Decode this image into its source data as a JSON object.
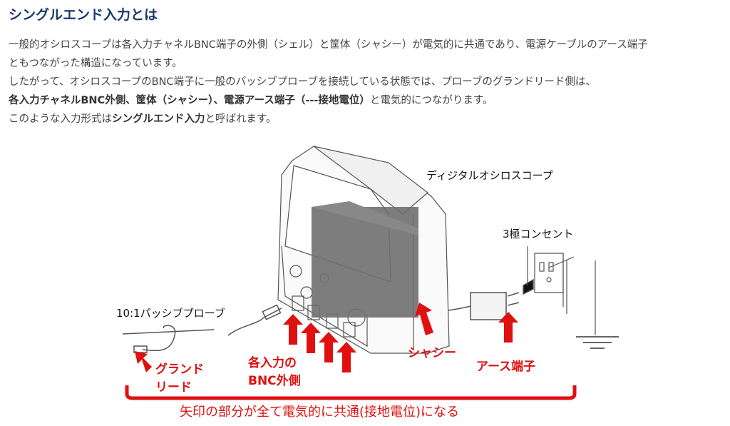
{
  "heading": "シングルエンド入力とは",
  "para": {
    "line1": "一般的オシロスコープは各入力チャネルBNC端子の外側（シェル）と筐体（シャシー）が電気的に共通であり、電源ケーブルのアース端子",
    "line2": "ともつながった構造になっています。",
    "line3": "したがって、オシロスコープのBNC端子に一般のパッシブプローブを接続している状態では、プローブのグランドリード側は、",
    "line4_bold": "各入力チャネルBNC外側、筐体（シャシー）、電源アース端子（---接地電位）",
    "line4_rest": "と電気的につながります。",
    "line5_pre": "このような入力形式は",
    "line5_bold": "シングルエンド入力",
    "line5_post": "と呼ばれます。"
  },
  "diagram": {
    "scope_label": "ディジタルオシロスコープ",
    "outlet_label": "3極コンセント",
    "probe_label": "10:1パッシブプローブ",
    "ground_lead_1": "グランド",
    "ground_lead_2": "リード",
    "bnc_1": "各入力の",
    "bnc_2": "BNC外側",
    "chassis": "シャシー",
    "earth": "アース端子",
    "summary": "矢印の部分が全て電気的に共通(接地電位)になる",
    "accent": "#e01010"
  }
}
